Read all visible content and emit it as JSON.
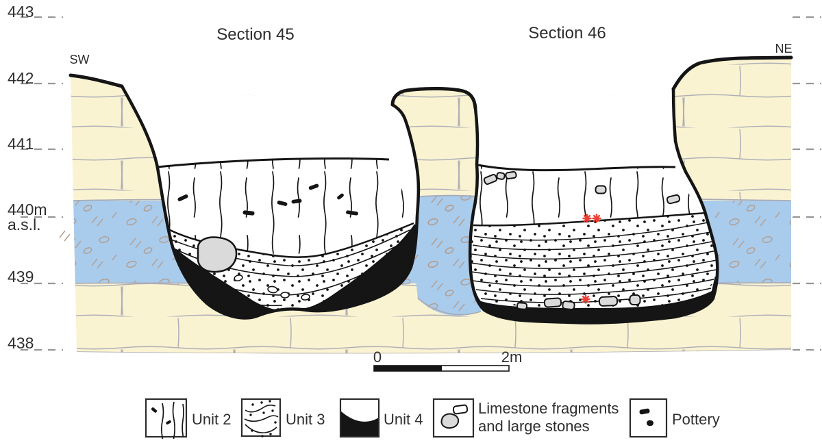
{
  "figure": {
    "sections": {
      "left": "Section 45",
      "right": "Section 46"
    },
    "compass": {
      "left": "SW",
      "right": "NE"
    },
    "axis": {
      "ticks": [
        "443",
        "442",
        "441",
        "440m",
        "439",
        "438"
      ],
      "asl": "a.s.l."
    },
    "scalebar": {
      "zero": "0",
      "end": "2m"
    },
    "legend": {
      "unit2": "Unit 2",
      "unit3": "Unit 3",
      "unit4": "Unit 4",
      "limestone_line1": "Limestone fragments",
      "limestone_line2": "and large stones",
      "pottery": "Pottery"
    },
    "colors": {
      "limestone_bedrock": "#FAF3D2",
      "clay_layer": "#A9CBEC",
      "unit4_fill": "#151515",
      "stone_fill": "#DADADA",
      "sample_marker": "#EF4136"
    }
  }
}
